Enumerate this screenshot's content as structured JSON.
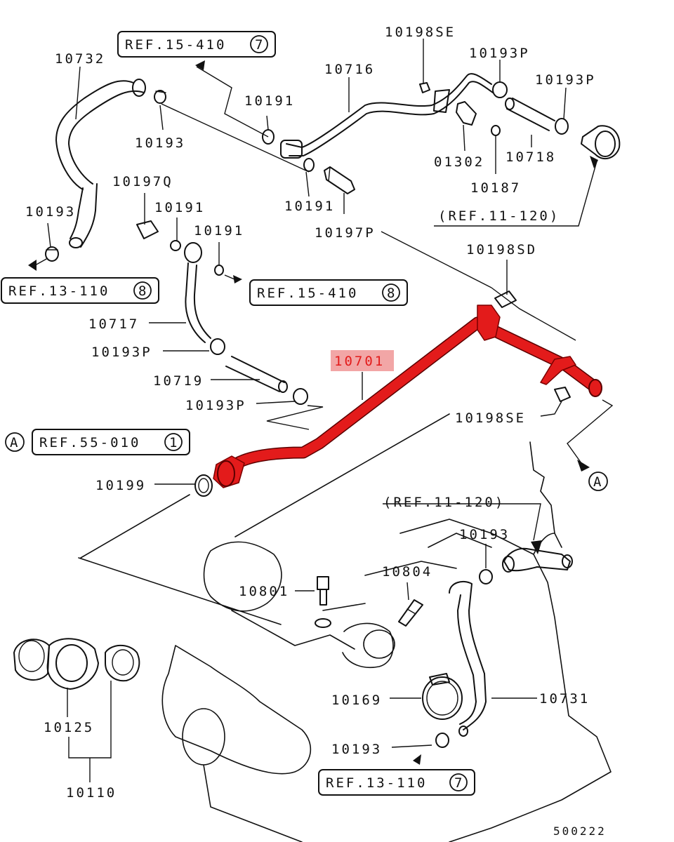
{
  "highlight_color": "#e31b1b",
  "highlight_label_bg": "#f2a6a6",
  "highlighted_part": "10701",
  "callouts": {
    "p10732": "10732",
    "p10193_a": "10193",
    "p10197q": "10197Q",
    "p10191_a": "10191",
    "p10191_b": "10191",
    "p10191_c": "10191",
    "p10191_d": "10191",
    "p10193_b": "10193",
    "p10717": "10717",
    "p10193p_a": "10193P",
    "p10719": "10719",
    "p10193p_b": "10193P",
    "p10199": "10199",
    "p10716": "10716",
    "p10198se_a": "10198SE",
    "p10193p_c": "10193P",
    "p10193p_d": "10193P",
    "p01302": "01302",
    "p10718": "10718",
    "p10187": "10187",
    "p10197p": "10197P",
    "p10198sd": "10198SD",
    "p10701": "10701",
    "p10198se_b": "10198SE",
    "p10801": "10801",
    "p10804": "10804",
    "p10193_c": "10193",
    "p10125": "10125",
    "p10110": "10110",
    "p10169": "10169",
    "p10731": "10731",
    "p10193_d": "10193"
  },
  "refs": {
    "r15_410_7": {
      "text": "REF.15-410",
      "num": "7"
    },
    "r13_110_8": {
      "text": "REF.13-110",
      "num": "8"
    },
    "r15_410_8": {
      "text": "REF.15-410",
      "num": "8"
    },
    "r55_010_1": {
      "text": "REF.55-010",
      "num": "1"
    },
    "r13_110_7": {
      "text": "REF.13-110",
      "num": "7"
    },
    "r11_120_a": "(REF.11-120)",
    "r11_120_b": "(REF.11-120)"
  },
  "markers": {
    "a_left": "A",
    "a_right": "A"
  },
  "diagram_code": "500222"
}
